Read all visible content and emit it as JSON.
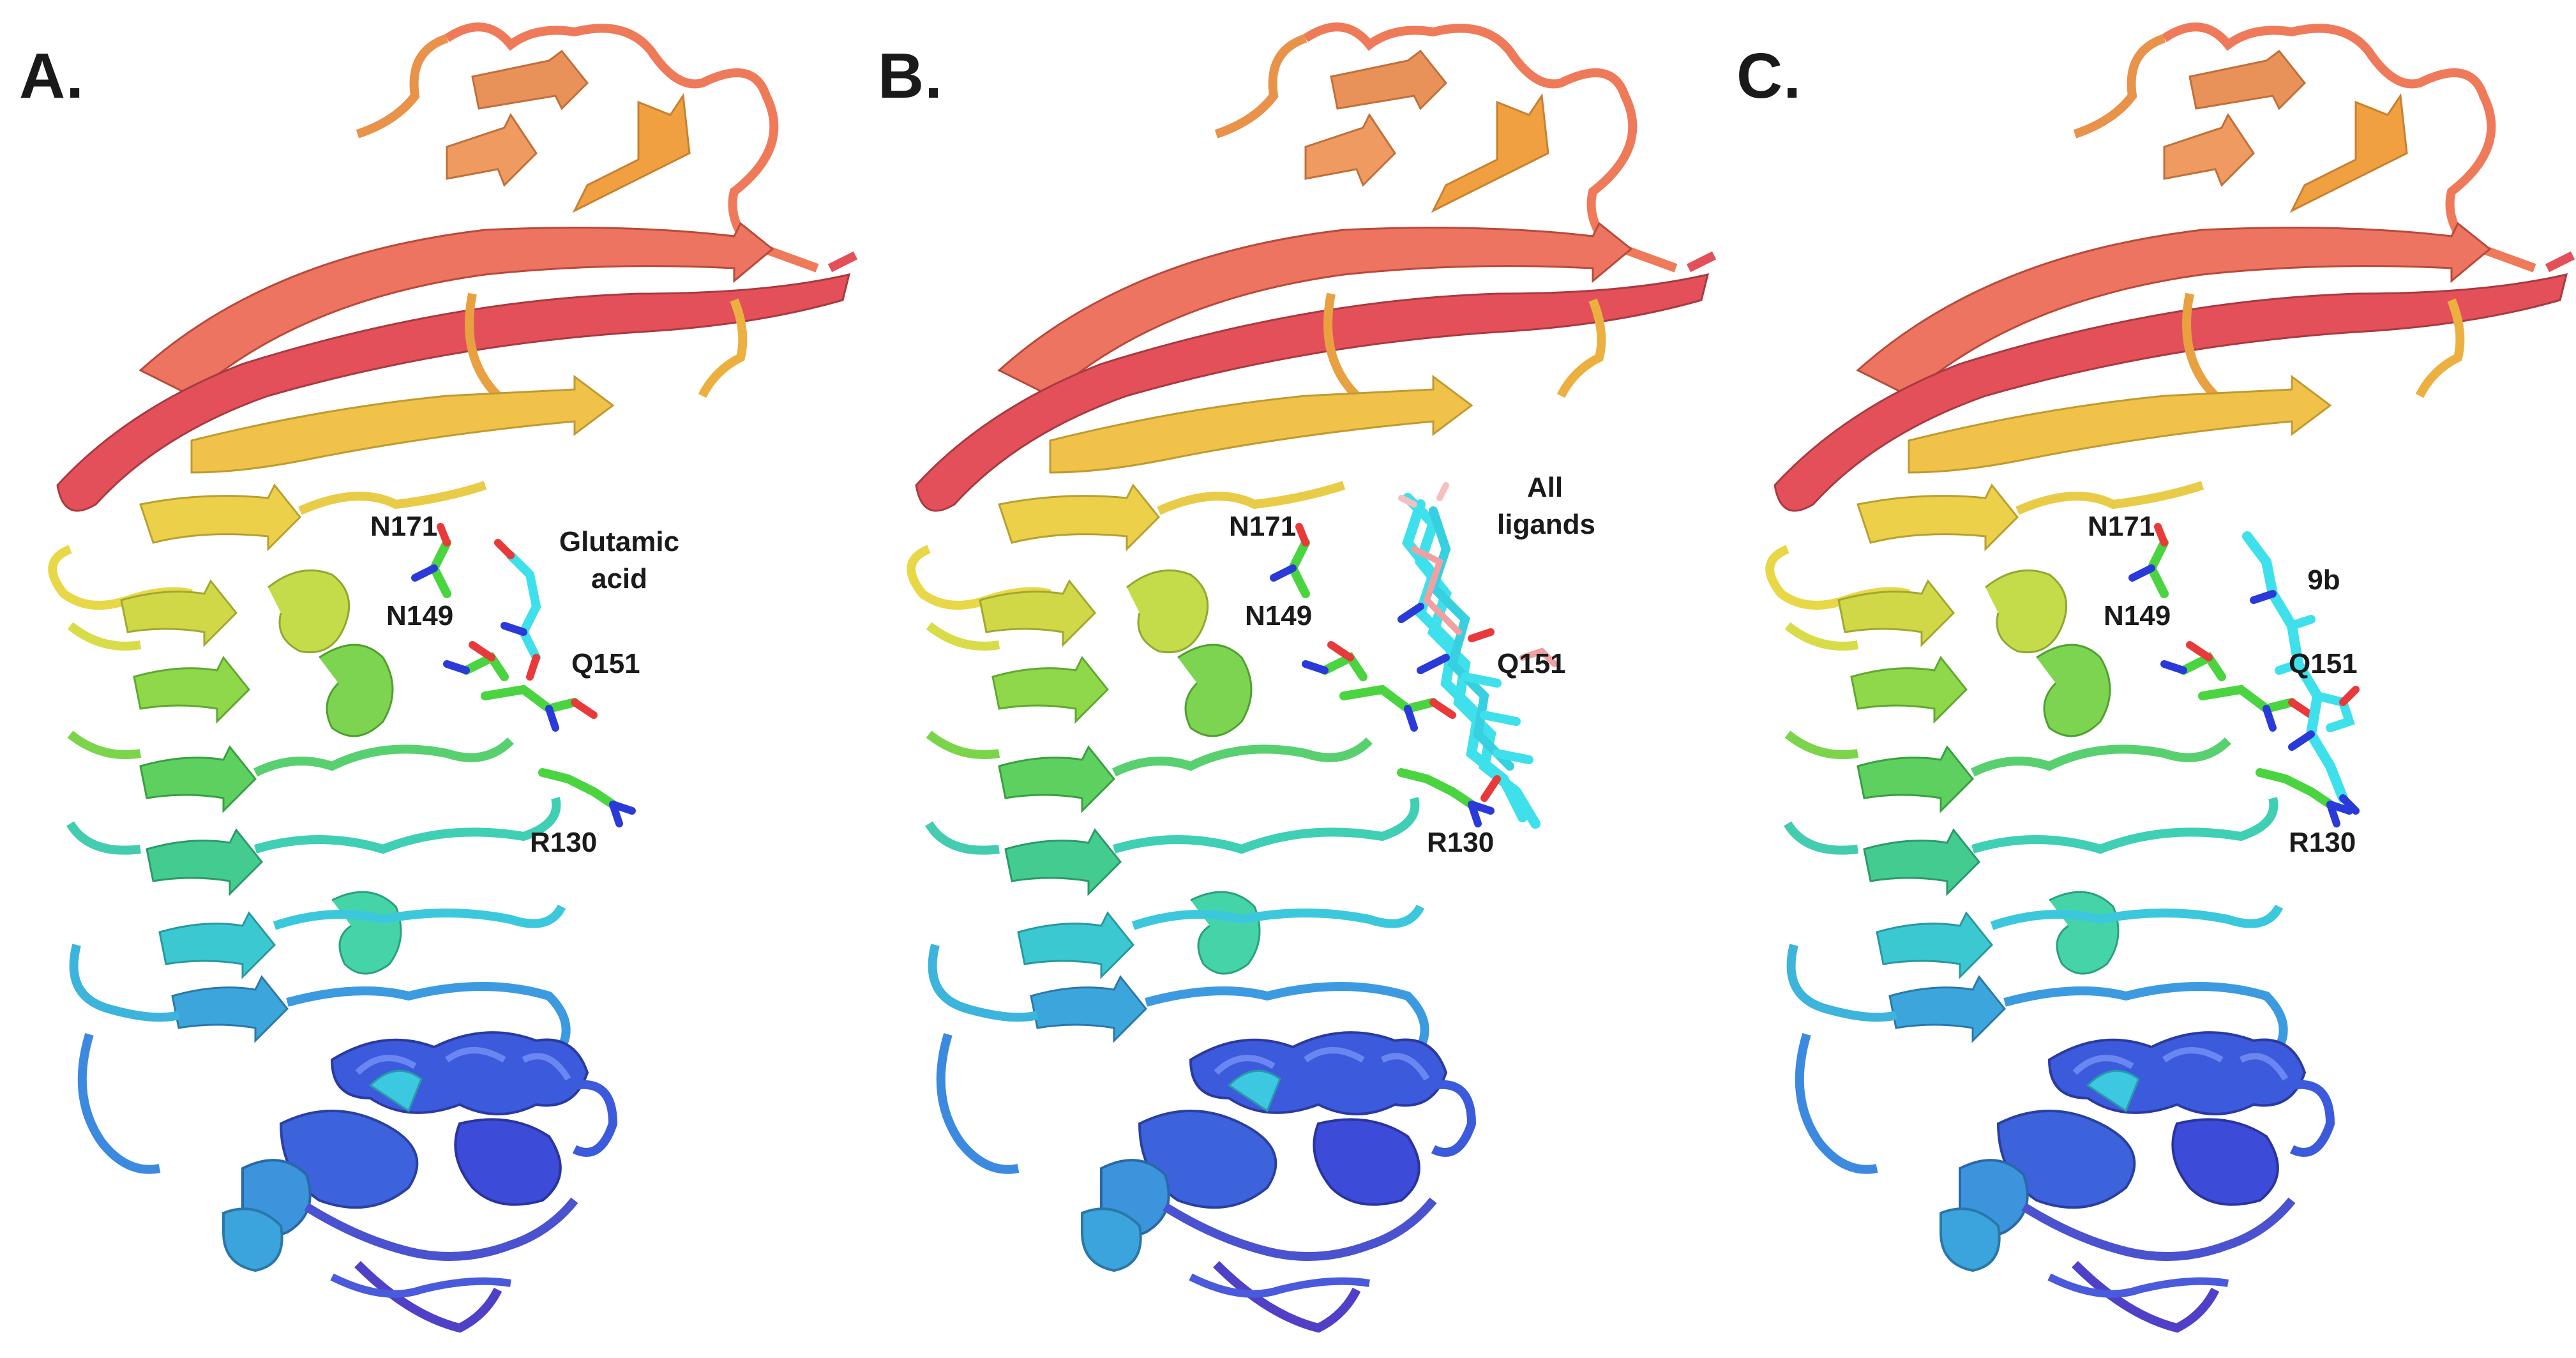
{
  "panels": [
    {
      "letter": "A.",
      "ligand_lines": [
        "Glutamic",
        "acid"
      ],
      "residues": {
        "n171": "N171",
        "n149": "N149",
        "q151": "Q151",
        "r130": "R130"
      }
    },
    {
      "letter": "B.",
      "ligand_lines": [
        "All",
        "ligands"
      ],
      "residues": {
        "n171": "N171",
        "n149": "N149",
        "q151": "Q151",
        "r130": "R130"
      }
    },
    {
      "letter": "C.",
      "ligand_lines": [
        "9b"
      ],
      "residues": {
        "n171": "N171",
        "n149": "N149",
        "q151": "Q151",
        "r130": "R130"
      }
    }
  ],
  "colors": {
    "top_strand": "#e4505a",
    "upper_sheet": "#ef8a5a",
    "orange_cap": "#e48a4a",
    "yellow": "#ecc24a",
    "yellow_green": "#c8d84a",
    "green": "#6ed04a",
    "teal": "#3ecfb4",
    "cyan": "#3cc8dc",
    "sky": "#3c9ae0",
    "blue": "#3c5adc",
    "ligand": "#3ee0ec",
    "side_chain_carbon": "#4ad440",
    "oxygen": "#e83a3a",
    "nitrogen": "#2a3ad8"
  }
}
